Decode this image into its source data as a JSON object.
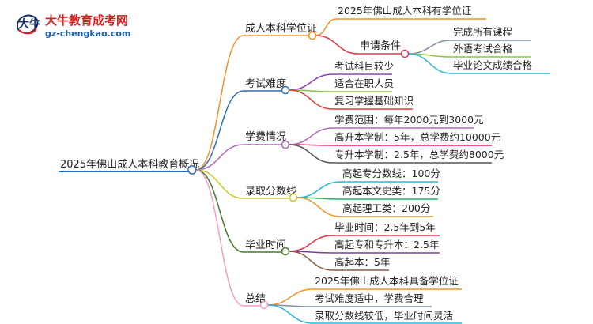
{
  "logo": {
    "title": "大牛教育成考网",
    "url": "gz-chengkao.com",
    "mark": "大牛"
  },
  "root": {
    "label": "2025年佛山成人本科教育概况"
  },
  "branches": [
    {
      "label": "成人本科学位证",
      "color": "#f0922b",
      "children": [
        {
          "label": "2025年佛山成人本科有学位证",
          "color": "#f0922b"
        },
        {
          "label": "申请条件",
          "color": "#e5334b",
          "children": [
            {
              "label": "完成所有课程",
              "color": "#7f8fa6"
            },
            {
              "label": "外语考试合格",
              "color": "#8bc53f"
            },
            {
              "label": "毕业论文成绩合格",
              "color": "#2bb7d9"
            }
          ]
        }
      ]
    },
    {
      "label": "考试难度",
      "color": "#2f6fb5",
      "children": [
        {
          "label": "考试科目较少",
          "color": "#8e44ad"
        },
        {
          "label": "适合在职人员",
          "color": "#8bc53f"
        },
        {
          "label": "复习掌握基础知识",
          "color": "#e53935"
        }
      ]
    },
    {
      "label": "学费情况",
      "color": "#b06ab3",
      "children": [
        {
          "label": "学费范围：每年2000元到3000元",
          "color": "#b06ab3"
        },
        {
          "label": "高升本学制：5年，总学费约10000元",
          "color": "#e91e63"
        },
        {
          "label": "专升本学制：2.5年，总学费约8000元",
          "color": "#555555"
        }
      ]
    },
    {
      "label": "录取分数线",
      "color": "#c8c92a",
      "children": [
        {
          "label": "高起专分数线：100分",
          "color": "#2bb7d9"
        },
        {
          "label": "高起本文史类：175分",
          "color": "#27ae60"
        },
        {
          "label": "高起理工类：200分",
          "color": "#f0922b"
        }
      ]
    },
    {
      "label": "毕业时间",
      "color": "#4a7a2c",
      "children": [
        {
          "label": "毕业时间：2.5年到5年",
          "color": "#e5334b"
        },
        {
          "label": "高起专和专升本：2.5年",
          "color": "#7b3f99"
        },
        {
          "label": "高起本：5年",
          "color": "#8a5a44"
        }
      ]
    },
    {
      "label": "总结",
      "color": "#f29bc3",
      "children": [
        {
          "label": "2025年佛山成人本科具备学位证",
          "color": "#f0922b"
        },
        {
          "label": "考试难度适中，学费合理",
          "color": "#7f8fa6"
        },
        {
          "label": "录取分数线较低，毕业时间灵活",
          "color": "#2bb7d9"
        }
      ]
    }
  ],
  "root_color": "#2f6fb5"
}
